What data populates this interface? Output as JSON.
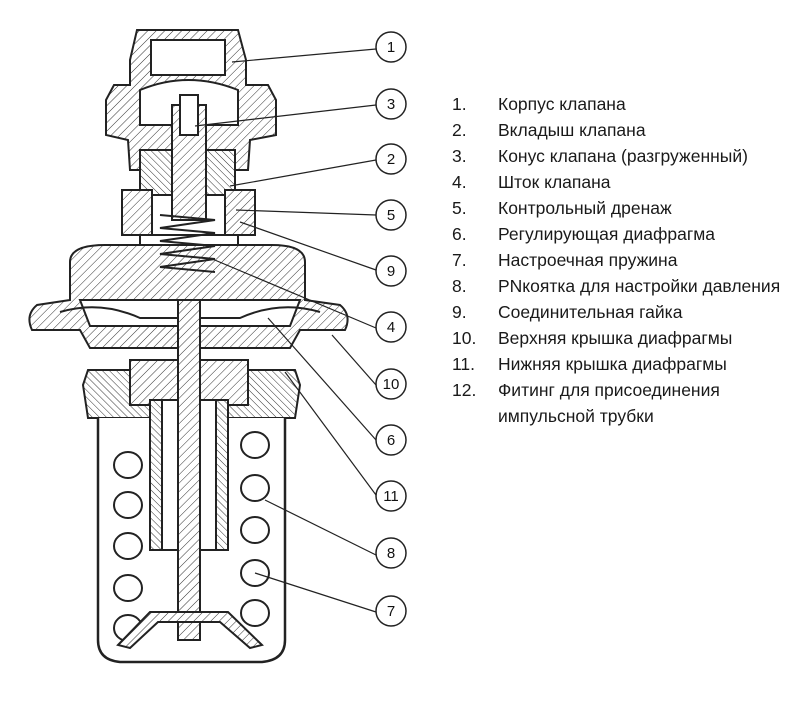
{
  "callouts": [
    "1",
    "3",
    "2",
    "5",
    "9",
    "4",
    "10",
    "6",
    "11",
    "8",
    "7"
  ],
  "legend": [
    {
      "num": "1.",
      "text": "Корпус клапана"
    },
    {
      "num": "2.",
      "text": "Вкладыш клапана"
    },
    {
      "num": "3.",
      "text": "Конус клапана (разгруженный)"
    },
    {
      "num": "4.",
      "text": "Шток клапана"
    },
    {
      "num": "5.",
      "text": "Контрольный дренаж"
    },
    {
      "num": "6.",
      "text": "Регулирующая диафрагма"
    },
    {
      "num": "7.",
      "text": "Настроечная пружина"
    },
    {
      "num": "8.",
      "text": "PNкоятка для настройки давления"
    },
    {
      "num": "9.",
      "text": "Соединительная гайка"
    },
    {
      "num": "10.",
      "text": "Верхняя крышка диафрагмы"
    },
    {
      "num": "11.",
      "text": "Нижняя крышка диафрагмы"
    },
    {
      "num": "12.",
      "text": "Фитинг для присоединения импульсной трубки"
    }
  ]
}
